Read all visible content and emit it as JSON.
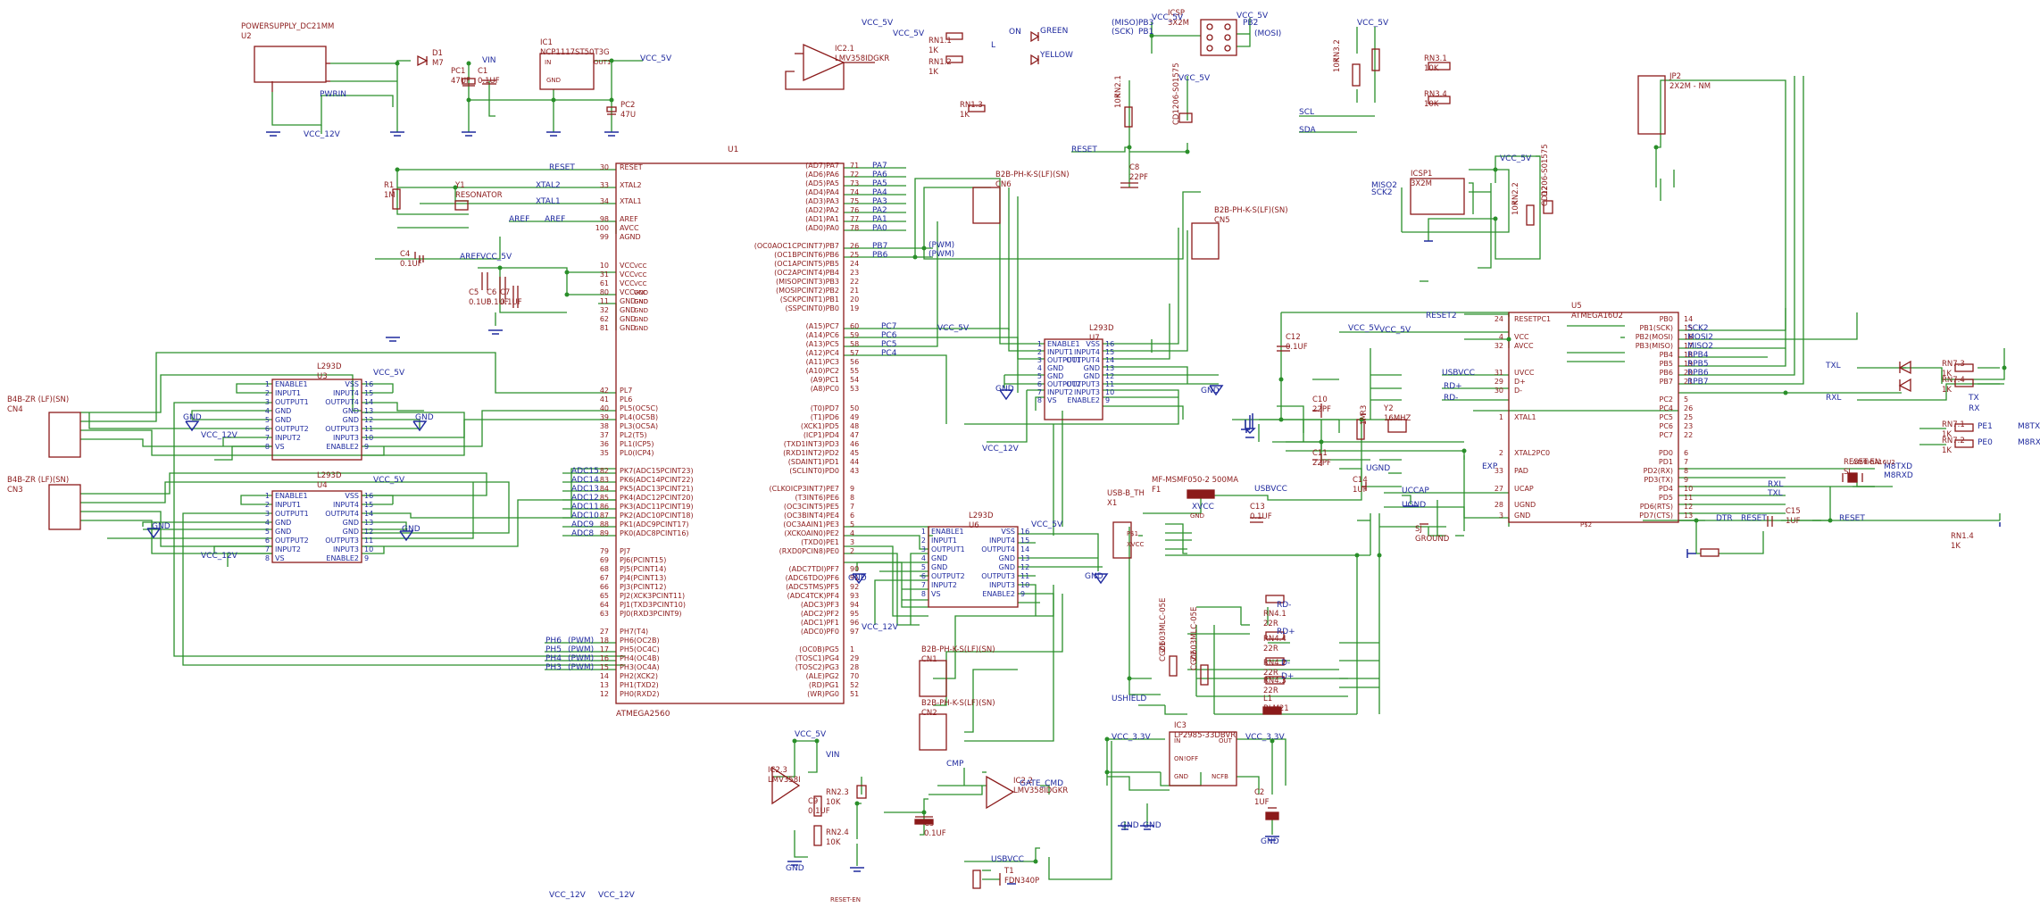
{
  "colors": {
    "wire": "#2a8f2a",
    "part": "#8b1a1a",
    "net": "#1f2a9e",
    "pin": "#8b1a1a",
    "supply": "#1f2a9e"
  },
  "components": [
    {
      "id": "u2",
      "lines": [
        "POWERSUPPLY_DC21MM",
        "U2"
      ]
    },
    {
      "id": "d1",
      "lines": [
        "D1",
        "M7"
      ]
    },
    {
      "id": "ic1",
      "lines": [
        "IC1",
        "NCP1117ST50T3G"
      ]
    },
    {
      "id": "pc1",
      "lines": [
        "PC1",
        "47UF"
      ]
    },
    {
      "id": "c1",
      "lines": [
        "C1",
        "0.1UF"
      ]
    },
    {
      "id": "pc2",
      "lines": [
        "PC2",
        "47U"
      ]
    },
    {
      "id": "ic2_1",
      "lines": [
        "IC2.1",
        "LMV358IDGKR"
      ]
    },
    {
      "id": "rn1_1",
      "lines": [
        "RN1.1",
        "1K"
      ]
    },
    {
      "id": "rn1_2",
      "lines": [
        "RN1.2",
        "1K"
      ]
    },
    {
      "id": "rn1_3",
      "lines": [
        "RN1.3",
        "1K"
      ]
    },
    {
      "id": "icsp",
      "lines": [
        "ICSP",
        "3X2M"
      ]
    },
    {
      "id": "rn2_1",
      "lines": [
        "RN2.1",
        "10K"
      ]
    },
    {
      "id": "cd1",
      "lines": [
        "CD1206-S01575"
      ]
    },
    {
      "id": "c8",
      "lines": [
        "C8",
        "22PF"
      ]
    },
    {
      "id": "rn3_2",
      "lines": [
        "RN3.2",
        "10K"
      ]
    },
    {
      "id": "rn3_1",
      "lines": [
        "RN3.1",
        "10K"
      ]
    },
    {
      "id": "rn3_4",
      "lines": [
        "RN3.4",
        "10K"
      ]
    },
    {
      "id": "jp2",
      "lines": [
        "JP2",
        "2X2M - NM"
      ]
    },
    {
      "id": "icsp1",
      "lines": [
        "ICSP1",
        "3X2M"
      ]
    },
    {
      "id": "rn2_2",
      "lines": [
        "RN2.2",
        "10K"
      ]
    },
    {
      "id": "cd2",
      "lines": [
        "D2",
        "CD1206-S01575"
      ]
    },
    {
      "id": "r1",
      "lines": [
        "R1",
        "1M"
      ]
    },
    {
      "id": "y1",
      "lines": [
        "Y1",
        "RESONATOR"
      ]
    },
    {
      "id": "c4",
      "lines": [
        "C4",
        "0.1UF"
      ]
    },
    {
      "id": "c5",
      "lines": [
        "C5",
        "0.1UF"
      ]
    },
    {
      "id": "c6",
      "lines": [
        "C6",
        "0.1UF"
      ]
    },
    {
      "id": "c7",
      "lines": [
        "C7",
        "0.1UF"
      ]
    },
    {
      "id": "cn6",
      "lines": [
        "B2B-PH-K-S(LF)(SN)",
        "CN6"
      ]
    },
    {
      "id": "cn5",
      "lines": [
        "B2B-PH-K-S(LF)(SN)",
        "CN5"
      ]
    },
    {
      "id": "u7",
      "lines": [
        "L293D",
        "U7"
      ]
    },
    {
      "id": "u3",
      "lines": [
        "L293D",
        "U3"
      ]
    },
    {
      "id": "u4",
      "lines": [
        "L293D",
        "U4"
      ]
    },
    {
      "id": "u6",
      "lines": [
        "L293D",
        "U6"
      ]
    },
    {
      "id": "cn4",
      "lines": [
        "B4B-ZR (LF)(SN)",
        "CN4"
      ]
    },
    {
      "id": "cn3",
      "lines": [
        "B4B-ZR (LF)(SN)",
        "CN3"
      ]
    },
    {
      "id": "cn1",
      "lines": [
        "B2B-PH-K-S(LF)(SN)",
        "CN1"
      ]
    },
    {
      "id": "cn2",
      "lines": [
        "B2B-PH-K-S(LF)(SN)",
        "CN2"
      ]
    },
    {
      "id": "u5",
      "lines": [
        "U5",
        "ATMEGA16U2"
      ]
    },
    {
      "id": "c12",
      "lines": [
        "C12",
        "0.1UF"
      ]
    },
    {
      "id": "c10",
      "lines": [
        "C10",
        "22PF"
      ]
    },
    {
      "id": "c11",
      "lines": [
        "C11",
        "22PF"
      ]
    },
    {
      "id": "r3",
      "lines": [
        "R3",
        "1M"
      ]
    },
    {
      "id": "y2",
      "lines": [
        "Y2",
        "16MHZ"
      ]
    },
    {
      "id": "f1",
      "lines": [
        "MF-MSMF050-2 500MA",
        "F1"
      ]
    },
    {
      "id": "x1",
      "lines": [
        "USB-B_TH",
        "X1"
      ]
    },
    {
      "id": "c13",
      "lines": [
        "C13",
        "0.1UF"
      ]
    },
    {
      "id": "c14",
      "lines": [
        "C14",
        "1UF"
      ]
    },
    {
      "id": "sj",
      "lines": [
        "SJ",
        "GROUND"
      ]
    },
    {
      "id": "rn4_1",
      "lines": [
        "RN4.1",
        "22R"
      ]
    },
    {
      "id": "rn4_4",
      "lines": [
        "RN4.4",
        "22R"
      ]
    },
    {
      "id": "rn4_2",
      "lines": [
        "RN4.2",
        "22R"
      ]
    },
    {
      "id": "rn4_3",
      "lines": [
        "RN4.3",
        "22R"
      ]
    },
    {
      "id": "z1",
      "lines": [
        "Z1",
        "CG0603MLC-05E"
      ]
    },
    {
      "id": "z2",
      "lines": [
        "Z2",
        "CG0603MLC-05E"
      ]
    },
    {
      "id": "l1",
      "lines": [
        "L1",
        "BLM21"
      ]
    },
    {
      "id": "ic3",
      "lines": [
        "IC3",
        "LP2985-33DBVR"
      ]
    },
    {
      "id": "c2",
      "lines": [
        "C2",
        "1UF"
      ]
    },
    {
      "id": "ic2_3",
      "lines": [
        "IC2.3",
        "LMV358I"
      ]
    },
    {
      "id": "c9",
      "lines": [
        "C9",
        "0.1UF"
      ]
    },
    {
      "id": "rn2_3",
      "lines": [
        "RN2.3",
        "10K"
      ]
    },
    {
      "id": "rn2_4",
      "lines": [
        "RN2.4",
        "10K"
      ]
    },
    {
      "id": "c3",
      "lines": [
        "C3",
        "0.1UF"
      ]
    },
    {
      "id": "ic2_2",
      "lines": [
        "IC2.2",
        "LMV358IDGKR"
      ]
    },
    {
      "id": "t1",
      "lines": [
        "T1",
        "FDN340P"
      ]
    },
    {
      "id": "rn7_3",
      "lines": [
        "RN7.3",
        "1K"
      ]
    },
    {
      "id": "rn7_4",
      "lines": [
        "RN7.4",
        "1K"
      ]
    },
    {
      "id": "rn7_1",
      "lines": [
        "RN7.1",
        "1K"
      ]
    },
    {
      "id": "rn7_2",
      "lines": [
        "RN7.2",
        "1K"
      ]
    },
    {
      "id": "rn1_4",
      "lines": [
        "RN1.4",
        "1K"
      ]
    },
    {
      "id": "c15",
      "lines": [
        "C15",
        "1UF"
      ]
    },
    {
      "id": "si",
      "lines": [
        "RESET-EN",
        "SJ"
      ]
    }
  ],
  "u1": {
    "refdes": "U1",
    "part": "ATMEGA2560",
    "left_pins": [
      {
        "n": "30",
        "s": "RESET"
      },
      {
        "n": "33",
        "s": "XTAL2"
      },
      {
        "n": "34",
        "s": "XTAL1"
      },
      {
        "n": "98",
        "s": "AREF"
      },
      {
        "n": "100",
        "s": "AVCC"
      },
      {
        "n": "99",
        "s": "AGND"
      },
      {
        "n": "10",
        "s": "VCC"
      },
      {
        "n": "31",
        "s": "VCC"
      },
      {
        "n": "61",
        "s": "VCC"
      },
      {
        "n": "80",
        "s": "VCC"
      },
      {
        "n": "11",
        "s": "GND"
      },
      {
        "n": "32",
        "s": "GND"
      },
      {
        "n": "62",
        "s": "GND"
      },
      {
        "n": "81",
        "s": "GND"
      },
      {
        "n": "42",
        "s": "PL7"
      },
      {
        "n": "41",
        "s": "PL6"
      },
      {
        "n": "40",
        "s": "PL5(OC5C)"
      },
      {
        "n": "39",
        "s": "PL4(OC5B)"
      },
      {
        "n": "38",
        "s": "PL3(OC5A)"
      },
      {
        "n": "37",
        "s": "PL2(T5)"
      },
      {
        "n": "36",
        "s": "PL1(ICP5)"
      },
      {
        "n": "35",
        "s": "PL0(ICP4)"
      },
      {
        "n": "82",
        "s": "PK7(ADC15PCINT23)"
      },
      {
        "n": "83",
        "s": "PK6(ADC14PCINT22)"
      },
      {
        "n": "84",
        "s": "PK5(ADC13PCINT21)"
      },
      {
        "n": "85",
        "s": "PK4(ADC12PCINT20)"
      },
      {
        "n": "86",
        "s": "PK3(ADC11PCINT19)"
      },
      {
        "n": "87",
        "s": "PK2(ADC10PCINT18)"
      },
      {
        "n": "88",
        "s": "PK1(ADC9PCINT17)"
      },
      {
        "n": "89",
        "s": "PK0(ADC8PCINT16)"
      },
      {
        "n": "79",
        "s": "PJ7"
      },
      {
        "n": "69",
        "s": "PJ6(PCINT15)"
      },
      {
        "n": "68",
        "s": "PJ5(PCINT14)"
      },
      {
        "n": "67",
        "s": "PJ4(PCINT13)"
      },
      {
        "n": "66",
        "s": "PJ3(PCINT12)"
      },
      {
        "n": "65",
        "s": "PJ2(XCK3PCINT11)"
      },
      {
        "n": "64",
        "s": "PJ1(TXD3PCINT10)"
      },
      {
        "n": "63",
        "s": "PJ0(RXD3PCINT9)"
      },
      {
        "n": "27",
        "s": "PH7(T4)"
      },
      {
        "n": "18",
        "s": "PH6(OC2B)"
      },
      {
        "n": "17",
        "s": "PH5(OC4C)"
      },
      {
        "n": "16",
        "s": "PH4(OC4B)"
      },
      {
        "n": "15",
        "s": "PH3(OC4A)"
      },
      {
        "n": "14",
        "s": "PH2(XCK2)"
      },
      {
        "n": "13",
        "s": "PH1(TXD2)"
      },
      {
        "n": "12",
        "s": "PH0(RXD2)"
      }
    ],
    "right_pins": [
      {
        "n": "71",
        "s": "(AD7)PA7"
      },
      {
        "n": "72",
        "s": "(AD6)PA6"
      },
      {
        "n": "73",
        "s": "(AD5)PA5"
      },
      {
        "n": "74",
        "s": "(AD4)PA4"
      },
      {
        "n": "75",
        "s": "(AD3)PA3"
      },
      {
        "n": "76",
        "s": "(AD2)PA2"
      },
      {
        "n": "77",
        "s": "(AD1)PA1"
      },
      {
        "n": "78",
        "s": "(AD0)PA0"
      },
      {
        "n": "26",
        "s": "(OC0AOC1CPCINT7)PB7"
      },
      {
        "n": "25",
        "s": "(OC1BPCINT6)PB6"
      },
      {
        "n": "24",
        "s": "(OC1APCINT5)PB5"
      },
      {
        "n": "23",
        "s": "(OC2APCINT4)PB4"
      },
      {
        "n": "22",
        "s": "(MISOPCINT3)PB3"
      },
      {
        "n": "21",
        "s": "(MOSIPCINT2)PB2"
      },
      {
        "n": "20",
        "s": "(SCKPCINT1)PB1"
      },
      {
        "n": "19",
        "s": "(SSPCINT0)PB0"
      },
      {
        "n": "60",
        "s": "(A15)PC7"
      },
      {
        "n": "59",
        "s": "(A14)PC6"
      },
      {
        "n": "58",
        "s": "(A13)PC5"
      },
      {
        "n": "57",
        "s": "(A12)PC4"
      },
      {
        "n": "56",
        "s": "(A11)PC3"
      },
      {
        "n": "55",
        "s": "(A10)PC2"
      },
      {
        "n": "54",
        "s": "(A9)PC1"
      },
      {
        "n": "53",
        "s": "(A8)PC0"
      },
      {
        "n": "50",
        "s": "(T0)PD7"
      },
      {
        "n": "49",
        "s": "(T1)PD6"
      },
      {
        "n": "48",
        "s": "(XCK1)PD5"
      },
      {
        "n": "47",
        "s": "(ICP1)PD4"
      },
      {
        "n": "46",
        "s": "(TXD1INT3)PD3"
      },
      {
        "n": "45",
        "s": "(RXD1INT2)PD2"
      },
      {
        "n": "44",
        "s": "(SDAINT1)PD1"
      },
      {
        "n": "43",
        "s": "(SCLINT0)PD0"
      },
      {
        "n": "9",
        "s": "(CLKOICP3INT7)PE7"
      },
      {
        "n": "8",
        "s": "(T3INT6)PE6"
      },
      {
        "n": "7",
        "s": "(OC3CINT5)PE5"
      },
      {
        "n": "6",
        "s": "(OC3BINT4)PE4"
      },
      {
        "n": "5",
        "s": "(OC3AAIN1)PE3"
      },
      {
        "n": "4",
        "s": "(XCKOAIN0)PE2"
      },
      {
        "n": "3",
        "s": "(TXD0)PE1"
      },
      {
        "n": "2",
        "s": "(RXD0PCIN8)PE0"
      },
      {
        "n": "90",
        "s": "(ADC7TDI)PF7"
      },
      {
        "n": "91",
        "s": "(ADC6TDO)PF6"
      },
      {
        "n": "92",
        "s": "(ADC5TMS)PF5"
      },
      {
        "n": "93",
        "s": "(ADC4TCK)PF4"
      },
      {
        "n": "94",
        "s": "(ADC3)PF3"
      },
      {
        "n": "95",
        "s": "(ADC2)PF2"
      },
      {
        "n": "96",
        "s": "(ADC1)PF1"
      },
      {
        "n": "97",
        "s": "(ADC0)PF0"
      },
      {
        "n": "1",
        "s": "(OC0B)PG5"
      },
      {
        "n": "29",
        "s": "(TOSC1)PG4"
      },
      {
        "n": "28",
        "s": "(TOSC2)PG3"
      },
      {
        "n": "70",
        "s": "(ALE)PG2"
      },
      {
        "n": "52",
        "s": "(RD)PG1"
      },
      {
        "n": "51",
        "s": "(WR)PG0"
      }
    ]
  },
  "u5": {
    "left_pins": [
      {
        "n": "24",
        "s": "RESETPC1"
      },
      {
        "n": "4",
        "s": "VCC"
      },
      {
        "n": "32",
        "s": "AVCC"
      },
      {
        "n": "31",
        "s": "UVCC"
      },
      {
        "n": "29",
        "s": "D+"
      },
      {
        "n": "30",
        "s": "D-"
      },
      {
        "n": "1",
        "s": "XTAL1"
      },
      {
        "n": "2",
        "s": "XTAL2PC0"
      },
      {
        "n": "33",
        "s": "PAD"
      },
      {
        "n": "27",
        "s": "UCAP"
      },
      {
        "n": "28",
        "s": "UGND"
      },
      {
        "n": "3",
        "s": "GND"
      }
    ],
    "right_pins": [
      {
        "n": "14",
        "s": "PB0"
      },
      {
        "n": "15",
        "s": "PB1(SCK)"
      },
      {
        "n": "16",
        "s": "PB2(MOSI)"
      },
      {
        "n": "17",
        "s": "PB3(MISO)"
      },
      {
        "n": "18",
        "s": "PB4"
      },
      {
        "n": "19",
        "s": "PB5"
      },
      {
        "n": "20",
        "s": "PB6"
      },
      {
        "n": "21",
        "s": "PB7"
      },
      {
        "n": "5",
        "s": "PC2"
      },
      {
        "n": "26",
        "s": "PC4"
      },
      {
        "n": "25",
        "s": "PC5"
      },
      {
        "n": "23",
        "s": "PC6"
      },
      {
        "n": "22",
        "s": "PC7"
      },
      {
        "n": "6",
        "s": "PD0"
      },
      {
        "n": "7",
        "s": "PD1"
      },
      {
        "n": "8",
        "s": "PD2(RX)"
      },
      {
        "n": "9",
        "s": "PD3(TX)"
      },
      {
        "n": "10",
        "s": "PD4"
      },
      {
        "n": "11",
        "s": "PD5"
      },
      {
        "n": "12",
        "s": "PD6(RTS)"
      },
      {
        "n": "13",
        "s": "PD7(CTS)"
      }
    ]
  },
  "l293d": {
    "left_pins": [
      {
        "n": "1",
        "s": "ENABLE1"
      },
      {
        "n": "2",
        "s": "INPUT1"
      },
      {
        "n": "3",
        "s": "OUTPUT1"
      },
      {
        "n": "4",
        "s": "GND"
      },
      {
        "n": "5",
        "s": "GND"
      },
      {
        "n": "6",
        "s": "OUTPUT2"
      },
      {
        "n": "7",
        "s": "INPUT2"
      },
      {
        "n": "8",
        "s": "VS"
      }
    ],
    "right_pins": [
      {
        "n": "16",
        "s": "VSS"
      },
      {
        "n": "15",
        "s": "INPUT4"
      },
      {
        "n": "14",
        "s": "OUTPUT4"
      },
      {
        "n": "13",
        "s": "GND"
      },
      {
        "n": "12",
        "s": "GND"
      },
      {
        "n": "11",
        "s": "OUTPUT3"
      },
      {
        "n": "10",
        "s": "INPUT3"
      },
      {
        "n": "9",
        "s": "ENABLE2"
      }
    ]
  },
  "net_labels": [
    "VCC_5V",
    "VCC_5V",
    "VCC_5V",
    "VCC_5V",
    "VCC_5V",
    "VCC_5V",
    "VCC_5V",
    "VCC_5V",
    "VCC_5V",
    "VCC_5V",
    "VCC_5V",
    "VCC_5V",
    "VCC_5V",
    "VCC_5V",
    "VCC_5V",
    "VCC_5V",
    "VCC_12V",
    "VCC_12V",
    "VCC_12V",
    "VCC_12V",
    "VCC_12V",
    "VCC_3.3V",
    "VCC_3.3V",
    "VIN",
    "VIN",
    "PWRIN",
    "RESET",
    "RESET",
    "RESET",
    "RESET2",
    "XTAL2",
    "XTAL1",
    "AREF",
    "AREF",
    "AREF",
    "PA7",
    "PA6",
    "PA5",
    "PA4",
    "PA3",
    "PA2",
    "PA1",
    "PA0",
    "PB7",
    "PB6",
    "PC7",
    "PC6",
    "PC5",
    "PC4",
    "ADC15",
    "ADC14",
    "ADC13",
    "ADC12",
    "ADC11",
    "ADC10",
    "ADC9",
    "ADC8",
    "PH6",
    "PH5",
    "PH4",
    "PH3",
    "(PWM)",
    "(PWM)",
    "(PWM)",
    "(PWM)",
    "(PWM)",
    "(PWM)",
    "ON",
    "L",
    "GREEN",
    "YELLOW",
    "(MISO)",
    "(SCK)",
    "PB3",
    "PB1",
    "PB2",
    "(MOSI)",
    "SCL",
    "SDA",
    "MISO2",
    "SCK2",
    "SCK2",
    "MOSI2",
    "MISO2",
    "RPB4",
    "RPB5",
    "RPB6",
    "RPB7",
    "USBVCC",
    "USBVCC",
    "USBVCC",
    "RD+",
    "RD-",
    "RD-",
    "RD+",
    "D-",
    "D+",
    "UCCAP",
    "UGND",
    "UGND",
    "EXP",
    "M8TXD",
    "M8RXD",
    "RXL",
    "TXL",
    "TXL",
    "RXL",
    "DTR",
    "RESET",
    "TX",
    "RX",
    "PE1",
    "PE0",
    "M8TXD",
    "M8RXD",
    "CMP",
    "GATE_CMD",
    "USHIELD",
    "XVCC",
    "GND",
    "GND",
    "GND",
    "GND",
    "GND",
    "GND",
    "GND",
    "GND",
    "GND",
    "GND",
    "GND",
    "GND",
    "VCC_12V",
    "VCC_12V"
  ],
  "misc_texts": [
    "ON!OFF",
    "IN",
    "OUT",
    "GND",
    "NCFB",
    "OUT1",
    "IN",
    "GND",
    "VCC",
    "VCC",
    "VCC",
    "VCC",
    "GND",
    "GND",
    "GND",
    "GND",
    "GND",
    "GND",
    "GND",
    "XVCC",
    "P$1",
    "P$2",
    "ATMEGA16U2",
    "RESET-EN"
  ]
}
